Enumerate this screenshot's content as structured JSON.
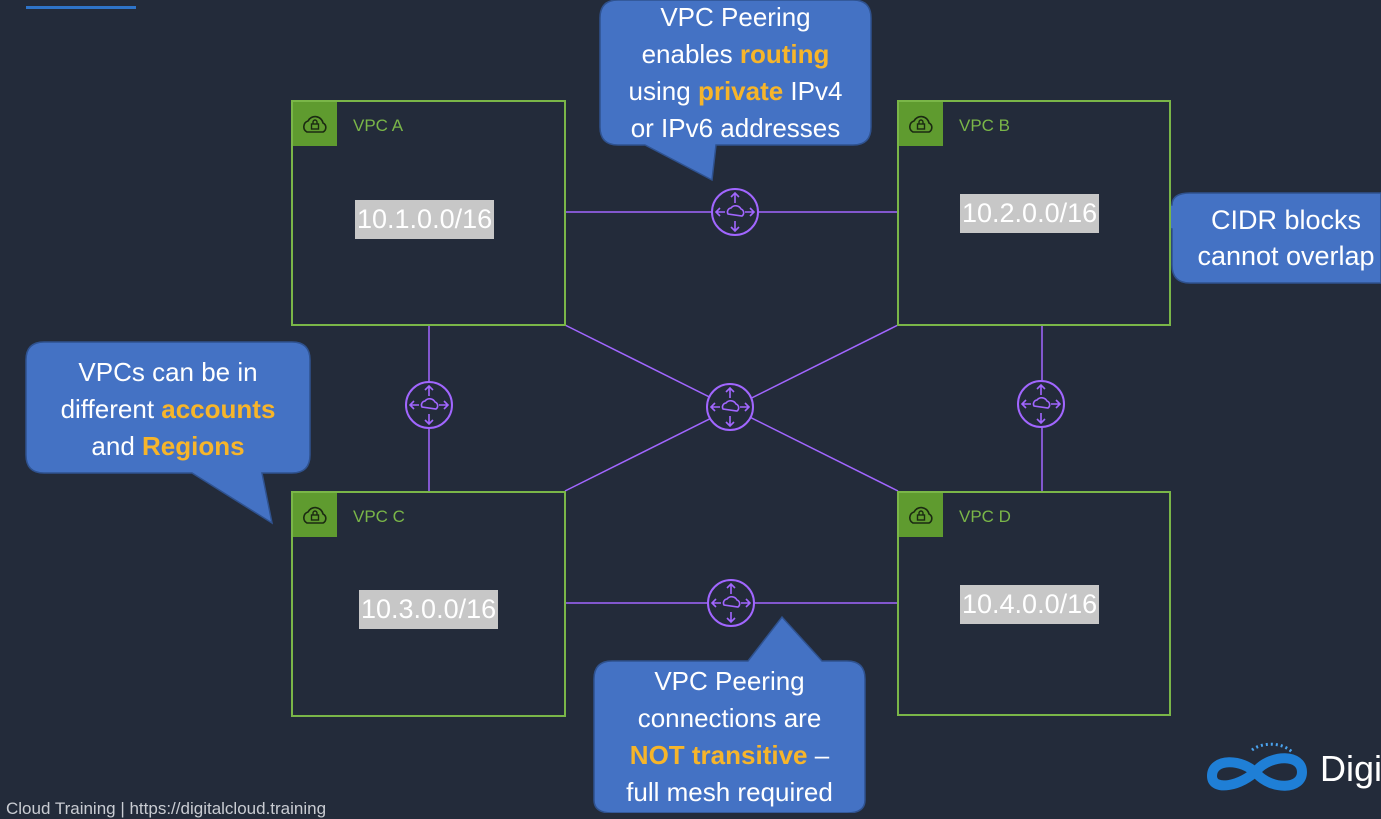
{
  "vpcs": {
    "a": {
      "name": "VPC A",
      "cidr": "10.1.0.0/16"
    },
    "b": {
      "name": "VPC B",
      "cidr": "10.2.0.0/16"
    },
    "c": {
      "name": "VPC C",
      "cidr": "10.3.0.0/16"
    },
    "d": {
      "name": "VPC D",
      "cidr": "10.4.0.0/16"
    }
  },
  "callouts": {
    "top": {
      "line1": "VPC Peering",
      "line2_pre": "enables ",
      "line2_hl": "routing",
      "line3_pre": "using ",
      "line3_hl": "private",
      "line3_post": " IPv4",
      "line4": "or IPv6 addresses"
    },
    "right": {
      "line1": "CIDR blocks",
      "line2": "cannot overlap"
    },
    "left": {
      "line1": "VPCs can be in",
      "line2_pre": "different ",
      "line2_hl": "accounts",
      "line3_pre": "and ",
      "line3_hl": "Regions"
    },
    "bottom": {
      "line1": "VPC Peering",
      "line2": "connections are",
      "line3_hl": "NOT transitive",
      "line3_post": " –",
      "line4": "full mesh required"
    }
  },
  "footer": {
    "text": "Cloud Training  | https://digitalcloud.training"
  },
  "brand": {
    "text": "Digi"
  },
  "icons": {
    "vpc": "vpc-lock-cloud-icon",
    "peering": "peering-connection-icon",
    "logo": "infinity-cloud-logo-icon"
  },
  "colors": {
    "background": "#232b3a",
    "vpc_border": "#7ab648",
    "vpc_icon_bg": "#5f9b2f",
    "peering": "#a166ff",
    "callout": "#4472c4",
    "highlight": "#f7b52a",
    "cidr_bg": "#c7c7c7"
  }
}
